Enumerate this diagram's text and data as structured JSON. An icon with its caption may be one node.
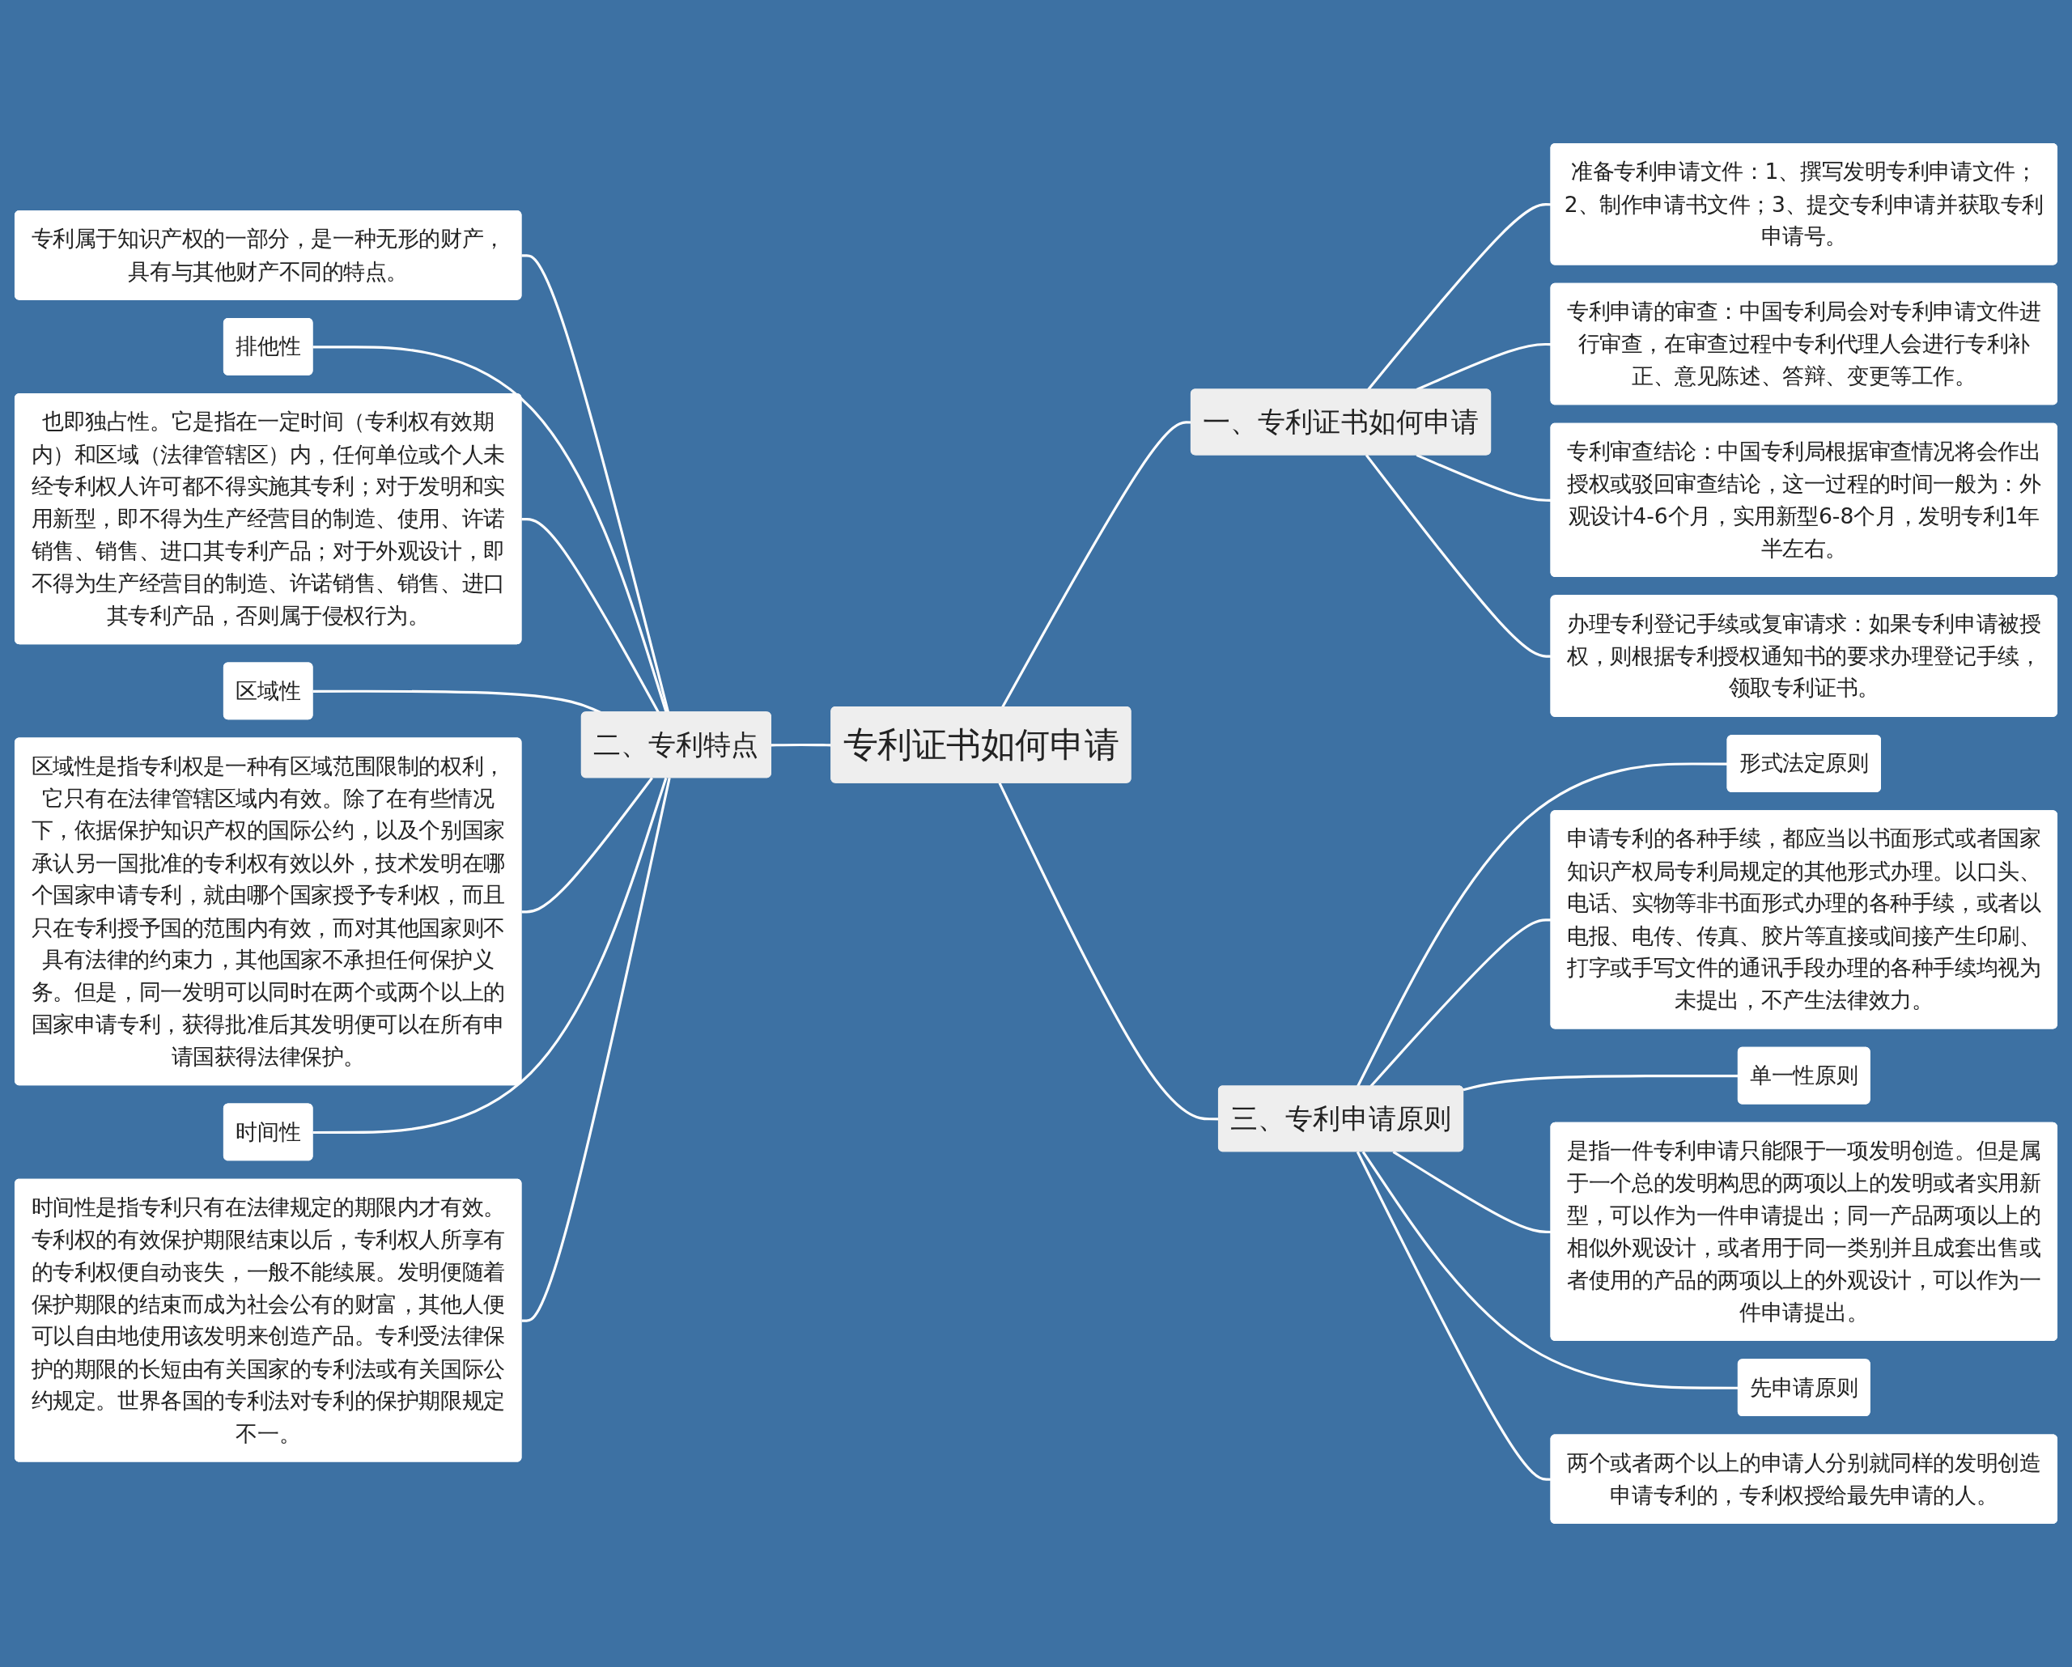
{
  "diagram": {
    "nodes": [
      {
        "text": [
          "专利证书如何申请"
        ]
      },
      {
        "text": [
          "一、专利证书如何申请"
        ]
      },
      {
        "text": [
          "准备专利申请文件：1、撰写发明专利申请文件；2、制作申请书文件；3、提交专利申请并获取专利申请号。"
        ]
      },
      {
        "text": [
          "专利申请的审查：中国专利局会对专利申请文件进行审查，在审查过程中专利代理人会进行专利补正、意见陈述、答辩、变更等工作。"
        ]
      },
      {
        "text": [
          "专利审查结论：中国专利局根据审查情况将会作出授权或驳回审查结论，这一过程的时间一般为：外观设计4-6个月，实用新型6-8个月，发明专利1年半左右。"
        ]
      },
      {
        "text": [
          "办理专利登记手续或复审请求：如果专利申请被授权，则根据专利授权通知书的要求办理登记手续，领取专利证书。"
        ]
      },
      {
        "text": [
          "二、专利特点"
        ]
      },
      {
        "text": [
          "专利属于知识产权的一部分，是一种无形的财产，具有与其他财产不同的特点。"
        ]
      },
      {
        "text": [
          "排他性"
        ]
      },
      {
        "text": [
          "也即独占性。它是指在一定时间（专利权有效期内）和区域（法律管辖区）内，任何单位或个人未经专利权人许可都不得实施其专利；对于发明和实用新型，即不得为生产经营目的制造、使用、许诺销售、销售、进口其专利产品；对于外观设计，即不得为生产经营目的制造、许诺销售、销售、进口其专利产品，否则属于侵权行为。"
        ]
      },
      {
        "text": [
          "区域性"
        ]
      },
      {
        "text": [
          "区域性是指专利权是一种有区域范围限制的权利，它只有在法律管辖区域内有效。除了在有些情况下，依据保护知识产权的国际公约，以及个别国家承认另一国批准的专利权有效以外，技术发明在哪个国家申请专利，就由哪个国家授予专利权，而且只在专利授予国的范围内有效，而对其他国家则不具有法律的约束力，其他国家不承担任何保护义务。但是，同一发明可以同时在两个或两个以上的国家申请专利，获得批准后其发明便可以在所有申请国获得法律保护。"
        ]
      },
      {
        "text": [
          "时间性"
        ]
      },
      {
        "text": [
          "时间性是指专利只有在法律规定的期限内才有效。专利权的有效保护期限结束以后，专利权人所享有的专利权便自动丧失，一般不能续展。发明便随着保护期限的结束而成为社会公有的财富，其他人便可以自由地使用该发明来创造产品。专利受法律保护的期限的长短由有关国家的专利法或有关国际公约规定。世界各国的专利法对专利的保护期限规定不一。"
        ]
      },
      {
        "text": [
          "三、专利申请原则"
        ]
      },
      {
        "text": [
          "形式法定原则"
        ]
      },
      {
        "text": [
          "申请专利的各种手续，都应当以书面形式或者国家知识产权局专利局规定的其他形式办理。以口头、电话、实物等非书面形式办理的各种手续，或者以电报、电传、传真、胶片等直接或间接产生印刷、打字或手写文件的通讯手段办理的各种手续均视为未提出，不产生法律效力。"
        ]
      },
      {
        "text": [
          "单一性原则"
        ]
      },
      {
        "text": [
          "是指一件专利申请只能限于一项发明创造。但是属于一个总的发明构思的两项以上的发明或者实用新型，可以作为一件申请提出；同一产品两项以上的相似外观设计，或者用于同一类别并且成套出售或者使用的产品的两项以上的外观设计，可以作为一件申请提出。"
        ]
      },
      {
        "text": [
          "先申请原则"
        ]
      },
      {
        "text": [
          "两个或者两个以上的申请人分别就同样的发明创造申请专利的，专利权授给最先申请的人。"
        ]
      }
    ],
    "edges": [
      {
        "from": 0,
        "to": 1,
        "arrow": "none"
      },
      {
        "from": 1,
        "to": 2,
        "arrow": "none"
      },
      {
        "from": 1,
        "to": 3,
        "arrow": "none"
      },
      {
        "from": 1,
        "to": 4,
        "arrow": "none"
      },
      {
        "from": 1,
        "to": 5,
        "arrow": "none"
      },
      {
        "from": 6,
        "to": 0,
        "arrow": "none"
      },
      {
        "from": 7,
        "to": 6,
        "arrow": "none"
      },
      {
        "from": 8,
        "to": 6,
        "arrow": "none"
      },
      {
        "from": 9,
        "to": 6,
        "arrow": "none"
      },
      {
        "from": 10,
        "to": 6,
        "arrow": "none"
      },
      {
        "from": 11,
        "to": 6,
        "arrow": "none"
      },
      {
        "from": 12,
        "to": 6,
        "arrow": "none"
      },
      {
        "from": 13,
        "to": 6,
        "arrow": "none"
      },
      {
        "from": 0,
        "to": 14,
        "arrow": "none"
      },
      {
        "from": 14,
        "to": 15,
        "arrow": "none"
      },
      {
        "from": 14,
        "to": 16,
        "arrow": "none"
      },
      {
        "from": 14,
        "to": 17,
        "arrow": "none"
      },
      {
        "from": 14,
        "to": 18,
        "arrow": "none"
      },
      {
        "from": 14,
        "to": 19,
        "arrow": "none"
      },
      {
        "from": 14,
        "to": 20,
        "arrow": "none"
      }
    ]
  }
}
